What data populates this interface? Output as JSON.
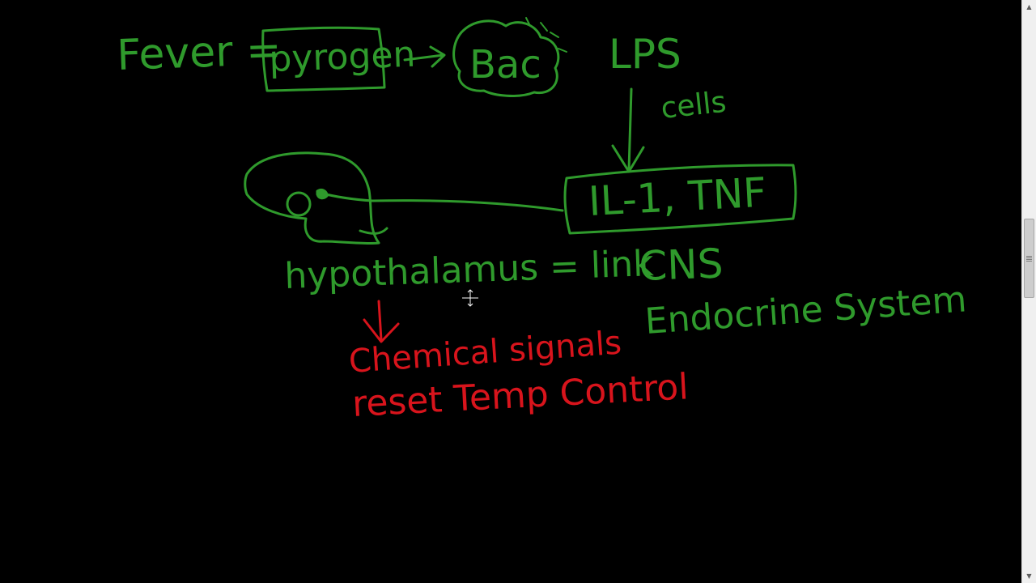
{
  "labels": {
    "fever": "Fever =",
    "pyrogen": "pyrogen",
    "bac": "Bac",
    "lps": "LPS",
    "cells": "cells",
    "il1tnf": "IL-1, TNF",
    "hypothalamus": "hypothalamus = link",
    "cns": "CNS",
    "endocrine": "Endocrine System",
    "chemical": "Chemical signals",
    "reset": "reset  Temp Control"
  },
  "colors": {
    "ink_green": "#2f9a2c",
    "ink_red": "#d8141c",
    "background": "#000000"
  },
  "icons": {
    "cursor": "crosshair-move-cursor",
    "scroll_up": "scroll-up-arrow",
    "scroll_down": "scroll-down-arrow"
  }
}
